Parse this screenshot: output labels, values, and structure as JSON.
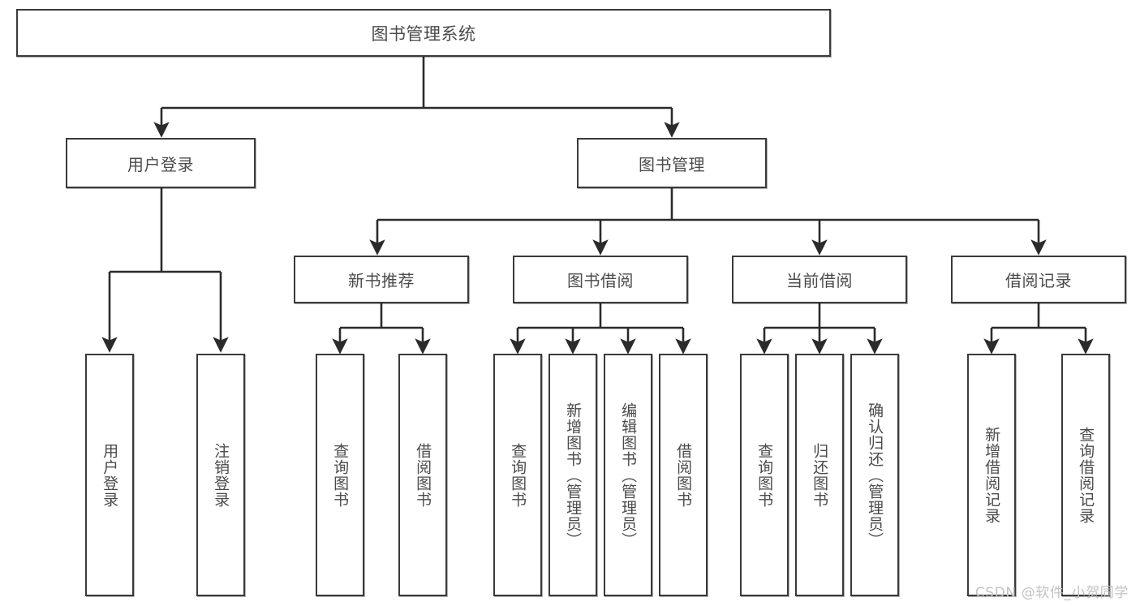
{
  "diagram": {
    "title": "图书管理系统",
    "type": "tree-hierarchy-chart",
    "colors": {
      "box_border": "#3a3a3a",
      "box_fill": "#ffffff",
      "text": "#4b4b4b",
      "connector": "#2b2b2b",
      "watermark": "#c2c2c2"
    },
    "root": {
      "label": "图书管理系统"
    },
    "level1": [
      {
        "label": "用户登录"
      },
      {
        "label": "图书管理"
      }
    ],
    "level2": [
      {
        "label": "新书推荐"
      },
      {
        "label": "图书借阅"
      },
      {
        "label": "当前借阅"
      },
      {
        "label": "借阅记录"
      }
    ],
    "leaves": {
      "user_login": [
        {
          "label": "用户登录"
        },
        {
          "label": "注销登录"
        }
      ],
      "new_book_recommend": [
        {
          "label": "查询图书"
        },
        {
          "label": "借阅图书"
        }
      ],
      "book_borrow": [
        {
          "label": "查询图书"
        },
        {
          "label": "新增图书（管理员）"
        },
        {
          "label": "编辑图书（管理员）"
        },
        {
          "label": "借阅图书"
        }
      ],
      "current_borrow": [
        {
          "label": "查询图书"
        },
        {
          "label": "归还图书"
        },
        {
          "label": "确认归还（管理员）"
        }
      ],
      "borrow_record": [
        {
          "label": "新增借阅记录"
        },
        {
          "label": "查询借阅记录"
        }
      ]
    }
  },
  "watermark": {
    "text": "CSDN @软件_小贺同学"
  }
}
